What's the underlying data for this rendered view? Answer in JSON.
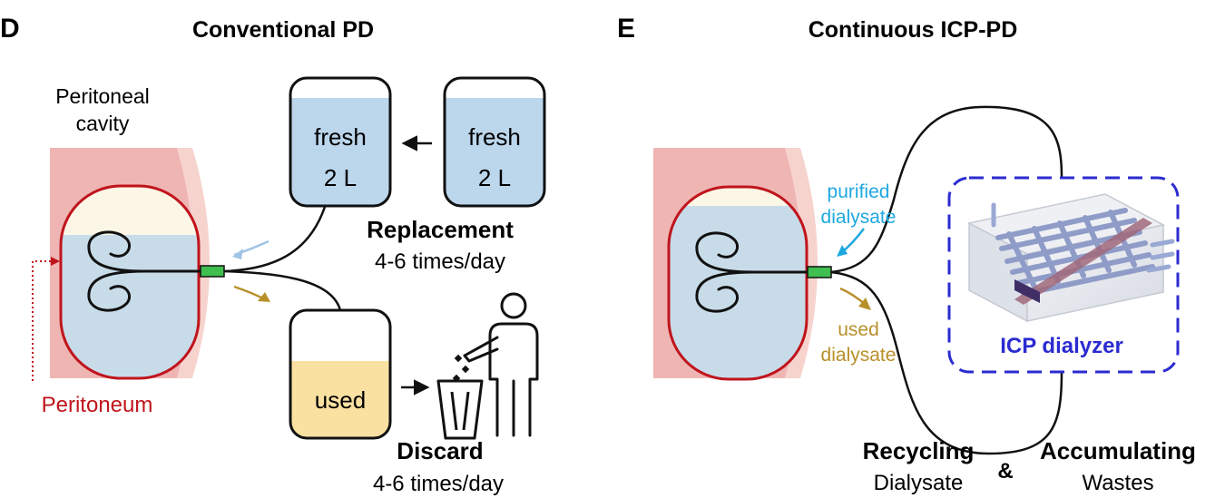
{
  "panel_d": {
    "letter": "D",
    "title": "Conventional PD",
    "cavity_label_line1": "Peritoneal",
    "cavity_label_line2": "cavity",
    "membrane_label": "Peritoneum",
    "fresh_bag_1": {
      "line1": "fresh",
      "line2": "2 L"
    },
    "fresh_bag_2": {
      "line1": "fresh",
      "line2": "2 L"
    },
    "used_bag": "used",
    "replacement_title": "Replacement",
    "replacement_freq": "4-6 times/day",
    "discard_title": "Discard",
    "discard_freq": "4-6 times/day"
  },
  "panel_e": {
    "letter": "E",
    "title": "Continuous ICP-PD",
    "purified_line1": "purified",
    "purified_line2": "dialysate",
    "used_line1": "used",
    "used_line2": "dialysate",
    "dialyzer_label": "ICP dialyzer",
    "recycling_title": "Recycling",
    "recycling_sub": "Dialysate",
    "ampersand": "&",
    "accumulating_title": "Accumulating",
    "accumulating_sub": "Wastes"
  },
  "colors": {
    "tissue": "#eeb5b3",
    "tissue_edge": "#f7d3ce",
    "membrane": "#c0141c",
    "fluid": "#c8dbe9",
    "fresh_fluid": "#bcd6ec",
    "used_fluid": "#fbe1a1",
    "connector": "#3fbf4f",
    "purified_text": "#1ea8e0",
    "used_text": "#b8902a",
    "dialyzer": "#2b2bd1",
    "peritoneum_text": "#c0141c"
  }
}
